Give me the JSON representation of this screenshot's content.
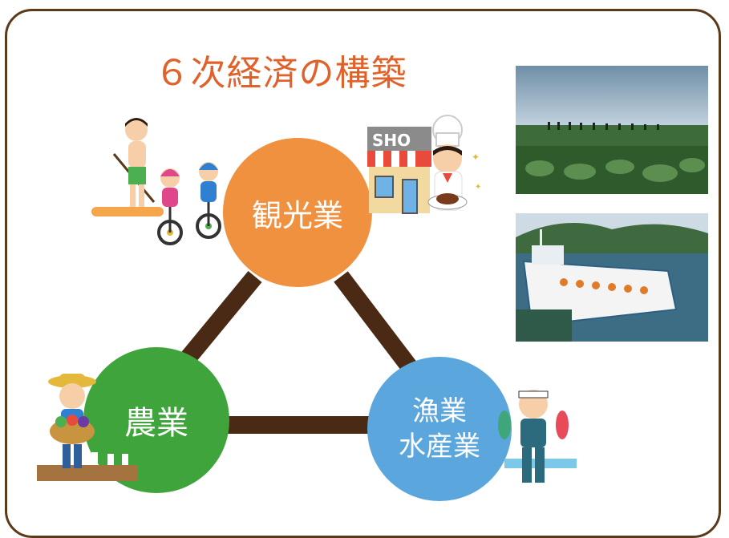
{
  "title": "６次経済の構築",
  "nodes": {
    "tourism": {
      "label": "観光業"
    },
    "agriculture": {
      "label": "農業"
    },
    "fishery": {
      "line1": "漁業",
      "line2": "水産業"
    }
  },
  "shop_sign": "SHO",
  "colors": {
    "title": "#e0622a",
    "tourism": "#f0913f",
    "agriculture": "#3fa43b",
    "fishery": "#5aa6dd",
    "triangle": "#4a2a14",
    "frame": "#5a3a1a"
  },
  "icons": [
    "family-cycling-icon",
    "shop-chef-icon",
    "farmer-icon",
    "fisherman-icon"
  ],
  "photos": [
    "cabbage-field-photo",
    "fishing-boat-photo"
  ]
}
